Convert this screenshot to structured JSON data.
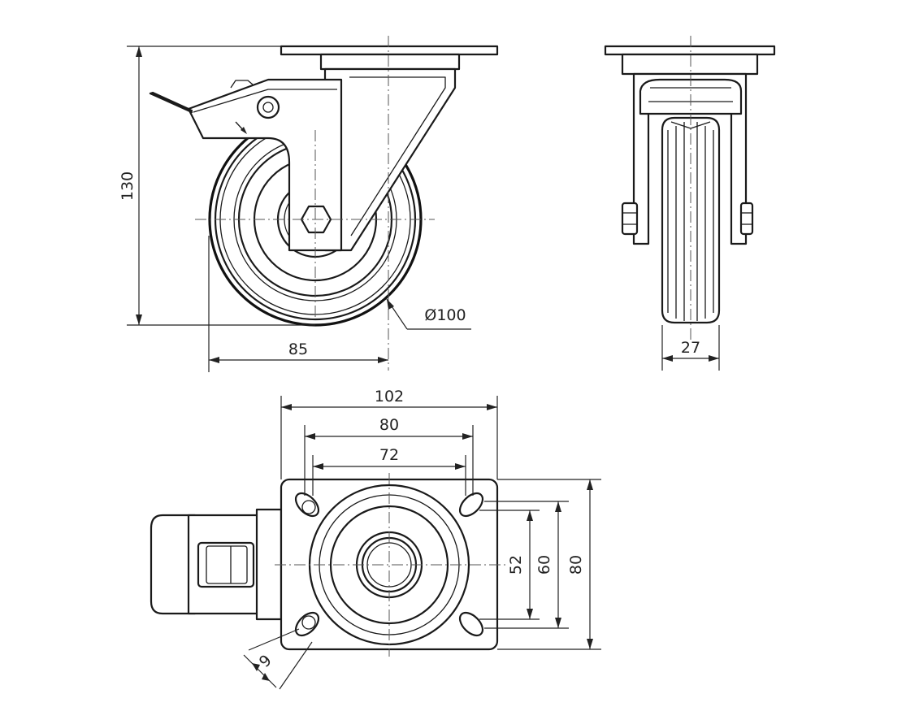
{
  "dimensions": {
    "side_height": "130",
    "side_offset": "85",
    "wheel_diameter": "Ø100",
    "wheel_width": "27",
    "plate_width": "102",
    "hole_spacing_outer": "80",
    "hole_spacing_inner": "72",
    "hole_v_inner": "52",
    "hole_v_mid": "60",
    "plate_height": "80",
    "hole_size": "9"
  }
}
